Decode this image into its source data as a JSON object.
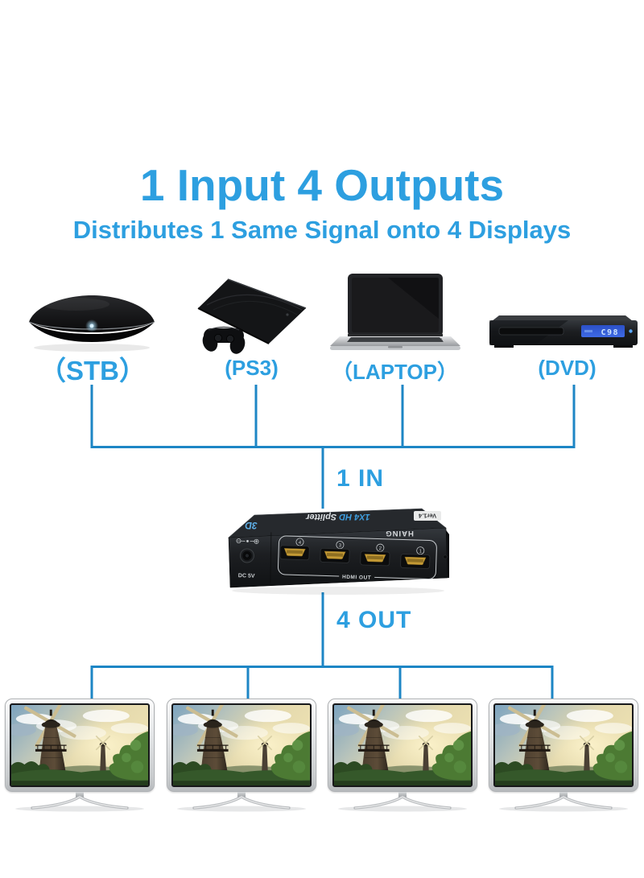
{
  "header": {
    "title": "1 Input 4 Outputs",
    "subtitle": "Distributes 1 Same Signal onto 4 Displays"
  },
  "sources": [
    {
      "id": "stb",
      "label": "（STB）"
    },
    {
      "id": "ps3",
      "label": "(PS3)"
    },
    {
      "id": "laptop",
      "label": "（LAPTOP）"
    },
    {
      "id": "dvd",
      "label": "(DVD)"
    }
  ],
  "dvd": {
    "display_text": "C98"
  },
  "flow": {
    "input_label": "1 IN",
    "output_label": "4 OUT"
  },
  "splitter": {
    "brand": "HAING",
    "model_prefix": "1X4 HD",
    "model_suffix": " Splitter",
    "version_badge": "Ver1.4",
    "feature_3d": "3D",
    "ports_label": "HDMI OUT",
    "power_label": "DC 5V",
    "port_numbers": [
      "4",
      "3",
      "2",
      "1"
    ]
  },
  "colors": {
    "accent_text": "#2d9fe0",
    "connector_line": "#1d86c5"
  }
}
